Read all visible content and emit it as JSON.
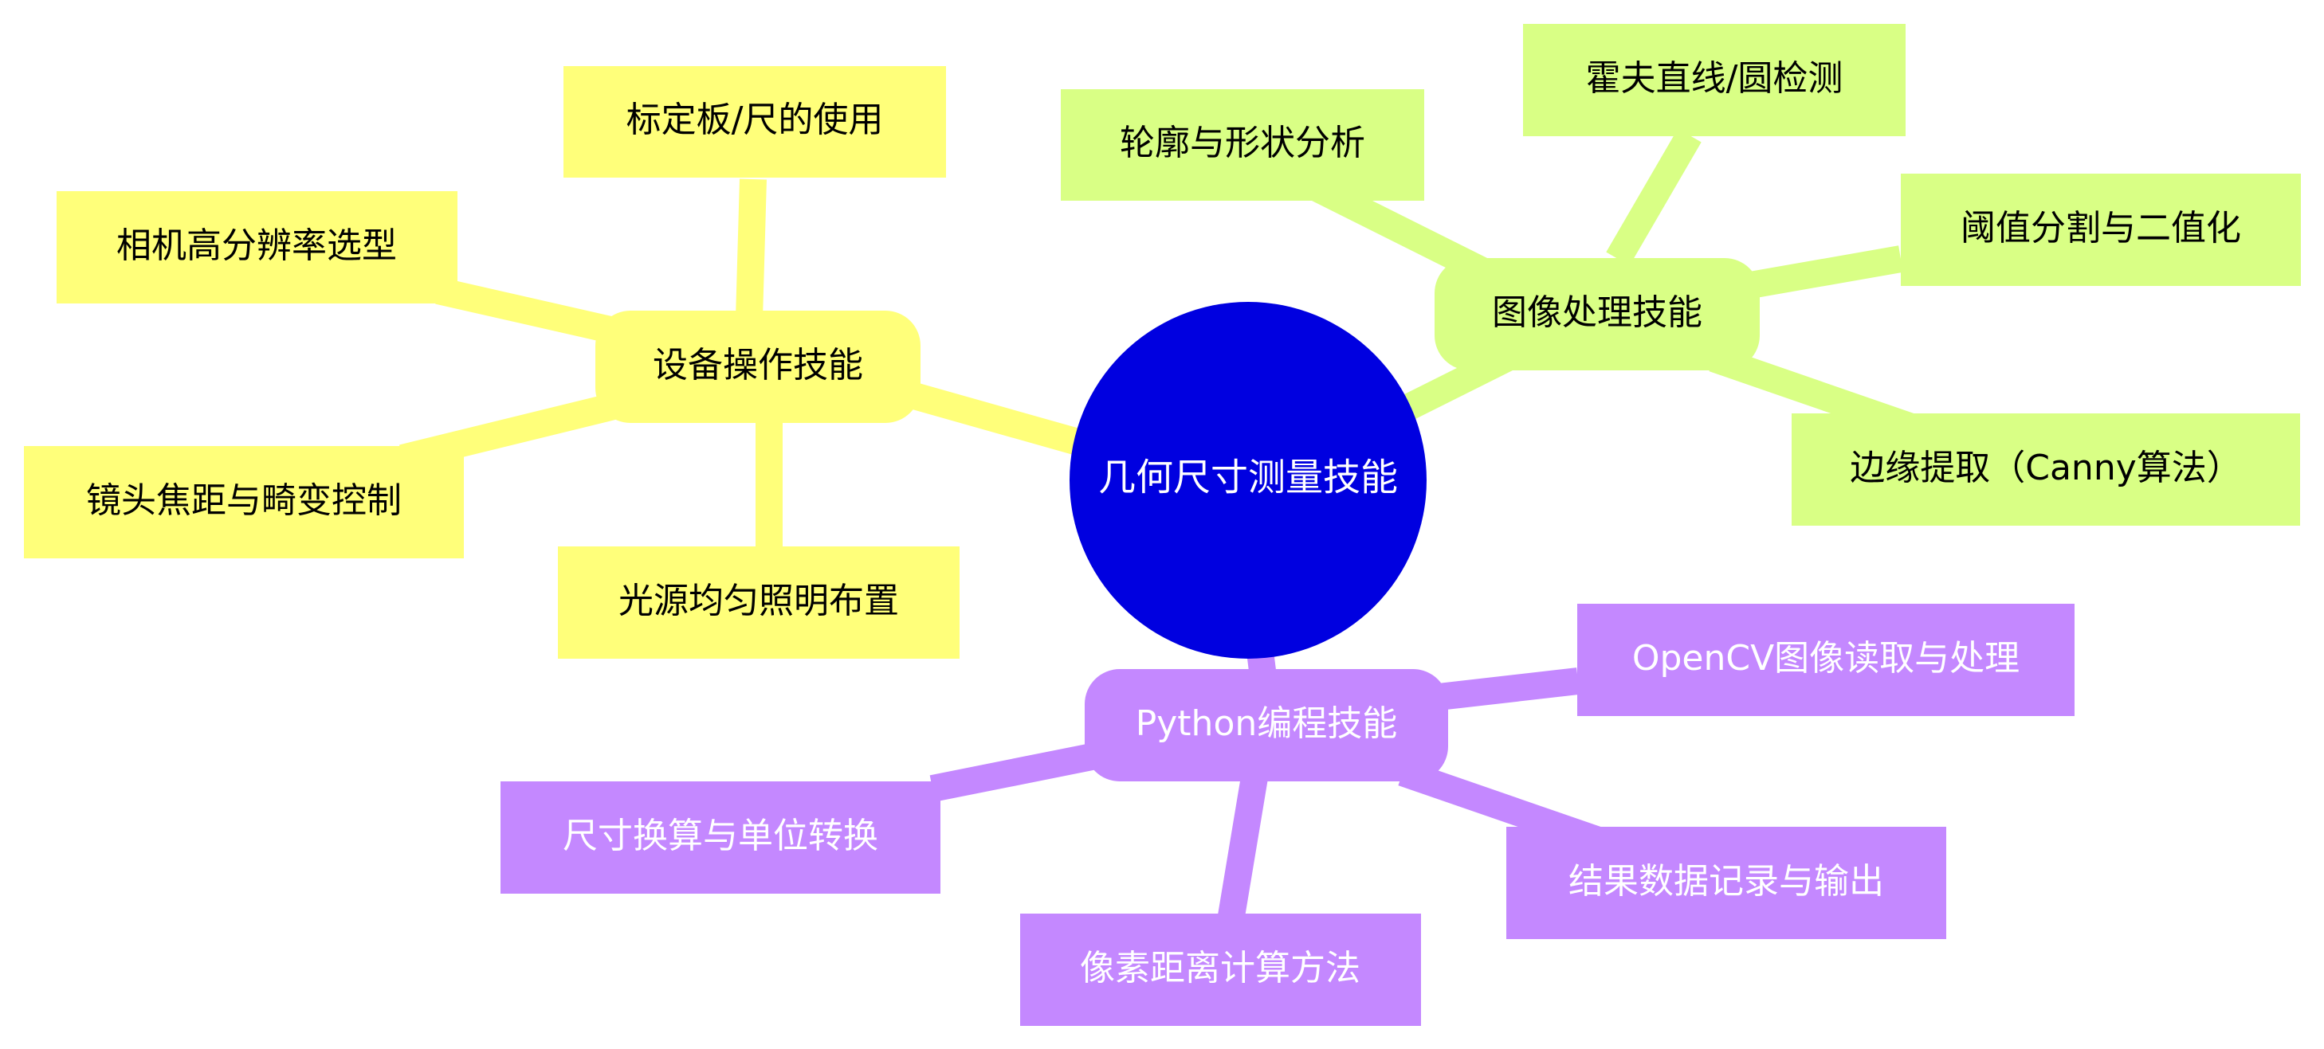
{
  "center": {
    "label": "几何尺寸测量技能",
    "fill": "#0000e0",
    "text_color": "#ffffff"
  },
  "branches": [
    {
      "id": "equipment",
      "label": "设备操作技能",
      "color": "#ffff7a",
      "text_color": "#000000",
      "leaves": [
        "标定板/尺的使用",
        "相机高分辨率选型",
        "镜头焦距与畸变控制",
        "光源均匀照明布置"
      ]
    },
    {
      "id": "image",
      "label": "图像处理技能",
      "color": "#d9ff85",
      "text_color": "#000000",
      "leaves": [
        "轮廓与形状分析",
        "霍夫直线/圆检测",
        "阈值分割与二值化",
        "边缘提取（Canny算法）"
      ]
    },
    {
      "id": "python",
      "label": "Python编程技能",
      "color": "#c488ff",
      "text_color": "#ffffff",
      "leaves": [
        "OpenCV图像读取与处理",
        "尺寸换算与单位转换",
        "像素距离计算方法",
        "结果数据记录与输出"
      ]
    }
  ]
}
